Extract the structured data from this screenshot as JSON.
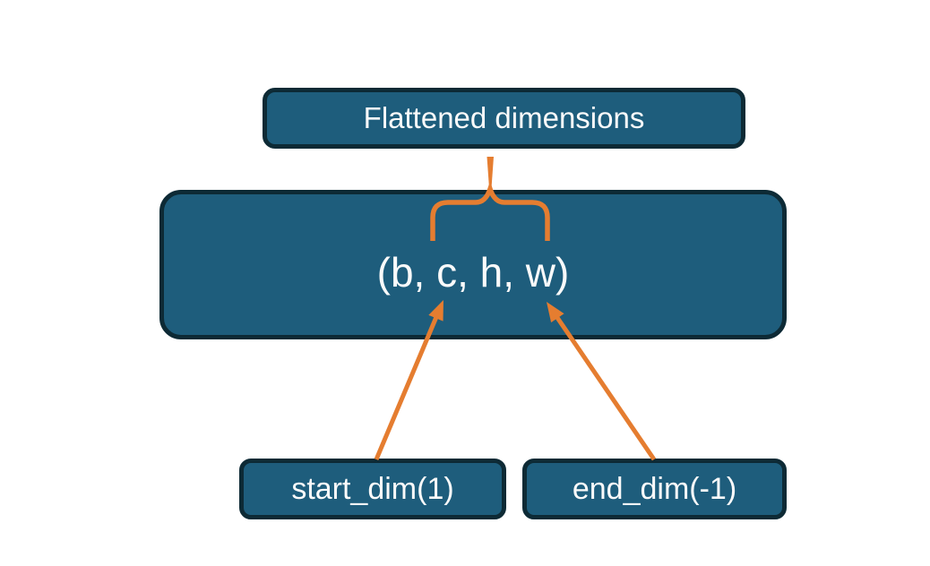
{
  "diagram": {
    "top_node": {
      "label": "Flattened dimensions"
    },
    "tensor_node": {
      "label": "(b, c, h, w)"
    },
    "start_node": {
      "label": "start_dim(1)"
    },
    "end_node": {
      "label": "end_dim(-1)"
    },
    "colors": {
      "node_fill": "#1e5d7c",
      "node_border": "#0d2a35",
      "connector": "#e57d30",
      "text": "#fafafa",
      "background": "#ffffff"
    }
  }
}
